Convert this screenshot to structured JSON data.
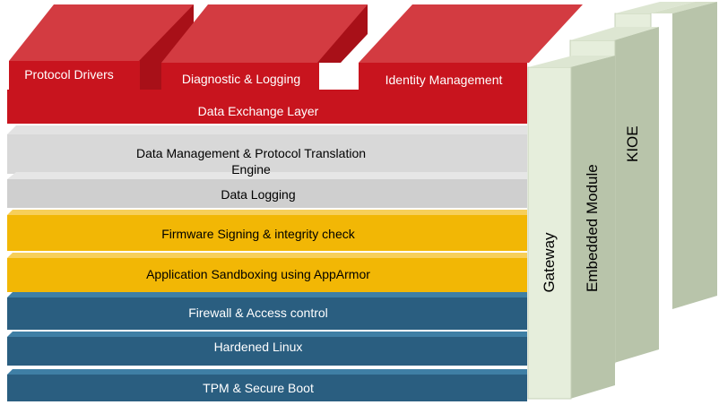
{
  "top_blocks": {
    "protocol_drivers": "Protocol Drivers",
    "diagnostic_logging": "Diagnostic & Logging",
    "identity_management": "Identity Management",
    "data_exchange": "Data Exchange Layer"
  },
  "layers": {
    "data_management": "Data Management & Protocol Translation Engine",
    "data_logging": "Data Logging",
    "firmware_signing": "Firmware Signing & integrity check",
    "app_sandboxing": "Application Sandboxing using AppArmor",
    "firewall": "Firewall & Access control",
    "hardened_linux": "Hardened Linux",
    "tpm_boot": "TPM & Secure Boot"
  },
  "pillars": {
    "gateway": "Gateway",
    "embedded_module": "Embedded Module",
    "kioe": "KIOE"
  },
  "colors": {
    "red": "#C8141E",
    "red_light": "#D33B41",
    "grey": "#CFCFCF",
    "grey_light": "#E2E2E2",
    "yellow": "#F2B705",
    "yellow_light": "#F7CF5A",
    "blue": "#2A5E80",
    "blue_light": "#3F7FA5",
    "green_face": "#E6EEDC",
    "green_side": "#B8C4AA"
  }
}
